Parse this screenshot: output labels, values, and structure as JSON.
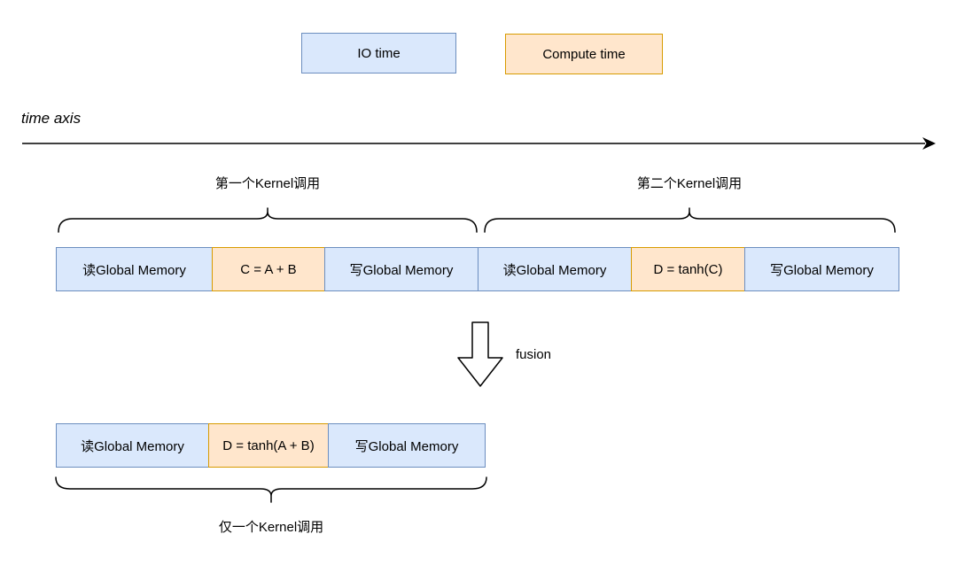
{
  "colors": {
    "io_fill": "#dae8fc",
    "io_stroke": "#6c8ebf",
    "compute_fill": "#ffe6cc",
    "compute_stroke": "#d79b00"
  },
  "legend": {
    "io_label": "IO time",
    "compute_label": "Compute time"
  },
  "time_axis_label": "time axis",
  "annotations": {
    "kernel1": "第一个Kernel调用",
    "kernel2": "第二个Kernel调用",
    "fusion": "fusion",
    "fused_kernel": "仅一个Kernel调用"
  },
  "row_before": [
    {
      "text": "读Global Memory",
      "type": "io"
    },
    {
      "text": "C = A + B",
      "type": "compute"
    },
    {
      "text": "写Global Memory",
      "type": "io"
    },
    {
      "text": "读Global Memory",
      "type": "io"
    },
    {
      "text": "D = tanh(C)",
      "type": "compute"
    },
    {
      "text": "写Global Memory",
      "type": "io"
    }
  ],
  "row_after": [
    {
      "text": "读Global Memory",
      "type": "io"
    },
    {
      "text": "D = tanh(A + B)",
      "type": "compute"
    },
    {
      "text": "写Global Memory",
      "type": "io"
    }
  ]
}
